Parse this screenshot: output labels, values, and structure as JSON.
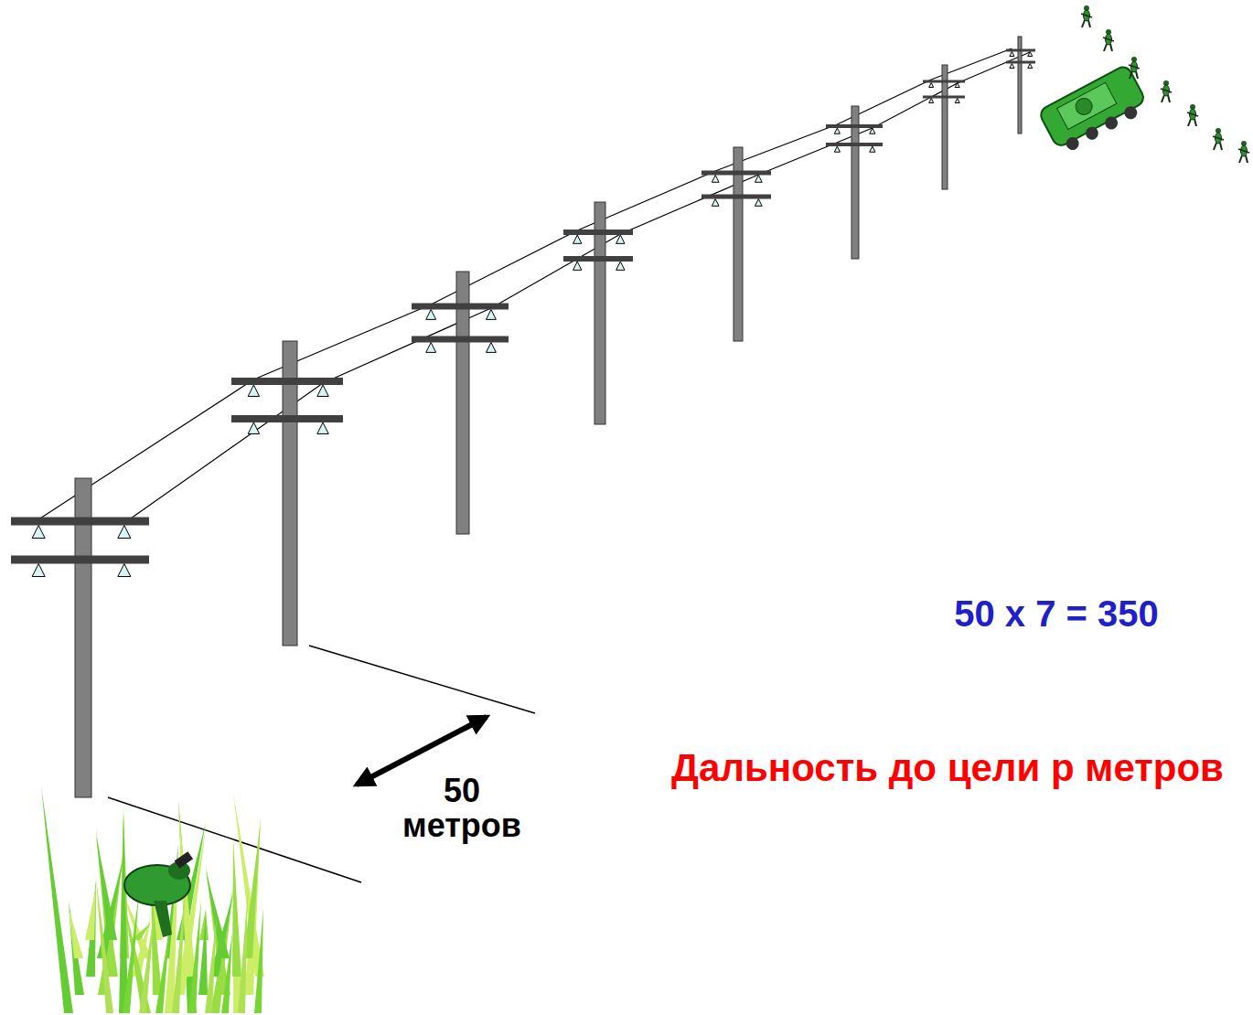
{
  "diagram": {
    "labels": [
      "50 метров",
      "50 x 7 = 350",
      "Дальность до цели р метров"
    ]
  }
}
